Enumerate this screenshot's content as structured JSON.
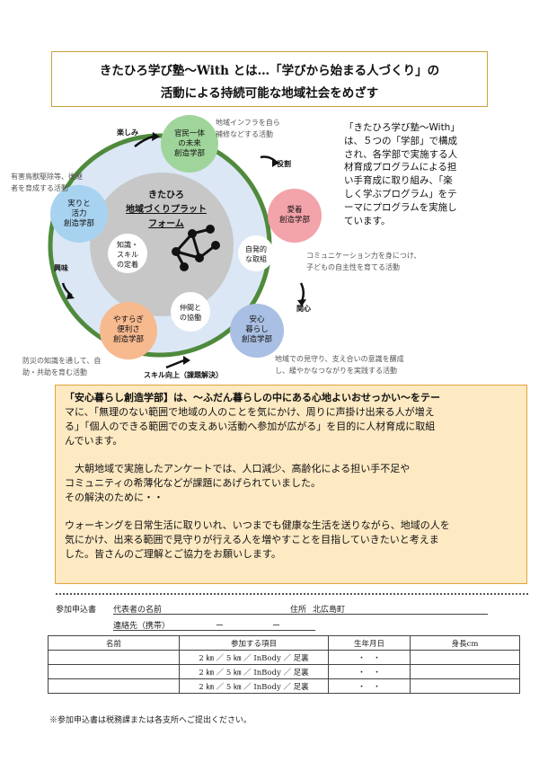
{
  "title": {
    "line1": "きたひろ学び塾～With とは…「学びから始まる人づくり」の",
    "line2": "活動による持続可能な地域社会をめざす"
  },
  "diagram": {
    "center": {
      "line1": "きたひろ",
      "line2": "地域づくりプラットフォーム"
    },
    "faculties": [
      {
        "line1": "官民一体",
        "line2": "の未来",
        "line3": "創造学部",
        "color": "#9fd59a"
      },
      {
        "line1": "愛着",
        "line2": "創造学部",
        "color": "#f3a3aa"
      },
      {
        "line1": "安心",
        "line2": "暮らし",
        "line3": "創造学部",
        "color": "#a9bfe3"
      },
      {
        "line1": "やすらぎ",
        "line2": "便利さ",
        "line3": "創造学部",
        "color": "#f7b98e"
      },
      {
        "line1": "実りと",
        "line2": "活力",
        "line3": "創造学部",
        "color": "#a8d3f0"
      }
    ],
    "inner": [
      {
        "line1": "知識・",
        "line2": "スキル",
        "line3": "の定着"
      },
      {
        "line1": "自発的",
        "line2": "な取組"
      },
      {
        "line1": "仲間と",
        "line2": "の協働"
      }
    ],
    "flows": {
      "top": "楽しみ",
      "right_top": "役割",
      "right_bottom": "関心",
      "bottom": "スキル向上（課題解決）",
      "left": "興味"
    },
    "notes": {
      "top_right": [
        "地域インフラを自ら",
        "補修などする活動"
      ],
      "right": [
        "コミュニケーション力を身につけ、",
        "子どもの自主性を育てる活動"
      ],
      "bottom_right": [
        "地域での見守り、支え合いの意識を醸成",
        "し、緩やかなつながりを実践する活動"
      ],
      "bottom_left": [
        "防災の知識を通して、自",
        "助・共助を育む活動"
      ],
      "left": [
        "有害鳥獣駆除等、後継",
        "者を育成する活動"
      ]
    }
  },
  "intro": [
    "「きたひろ学び塾～With」",
    "は、５つの「学部」で構成",
    "され、各学部で実施する人",
    "材育成プログラムによる担",
    "い手育成に取り組み、「楽",
    "しく学ぶプログラム」をテ",
    "ーマにプログラムを実施し",
    "ています。"
  ],
  "info": {
    "p1_heading": "「安心暮らし創造学部】は、～ふだん暮らしの中にある心地よいおせっかい～をテー",
    "p1_lines": [
      "マに、「無理のない範囲で地域の人のことを気にかけ、周りに声掛け出来る人が増え",
      "る」「個人のできる範囲での支えあい活動へ参加が広がる」を目的に人材育成に取組",
      "んでいます。"
    ],
    "p2_lines": [
      "　大朝地域で実施したアンケートでは、人口減少、高齢化による担い手不足や",
      "コミュニティの希薄化などが課題にあげられていました。",
      "その解決のために・・"
    ],
    "p3_lines": [
      "ウォーキングを日常生活に取りいれ、いつまでも健康な生活を送りながら、地域の人を",
      "気にかけ、出来る範囲で見守りが行える人を増やすことを目指していきたいと考えま",
      "した。皆さんのご理解とご協力をお願いします。"
    ]
  },
  "form": {
    "label": "参加申込書",
    "rep_label": "代表者の名前",
    "address_label": "住所",
    "address_value": "北広島町",
    "contact_label": "連絡先（携帯）",
    "dash1": "ー",
    "dash2": "ー",
    "columns": [
      "名前",
      "参加する項目",
      "生年月日",
      "身長cm"
    ],
    "rows": [
      {
        "name": "",
        "items": "2 ㎞ ／ 5 ㎞ ／ InBody ／ 足裏",
        "dob": "・　・",
        "height": ""
      },
      {
        "name": "",
        "items": "2 ㎞ ／ 5 ㎞ ／ InBody ／ 足裏",
        "dob": "・　・",
        "height": ""
      },
      {
        "name": "",
        "items": "2 ㎞ ／ 5 ㎞ ／ InBody ／ 足裏",
        "dob": "・　・",
        "height": ""
      }
    ],
    "footnote": "※参加申込書は税務課または各支所へご提出ください。"
  }
}
